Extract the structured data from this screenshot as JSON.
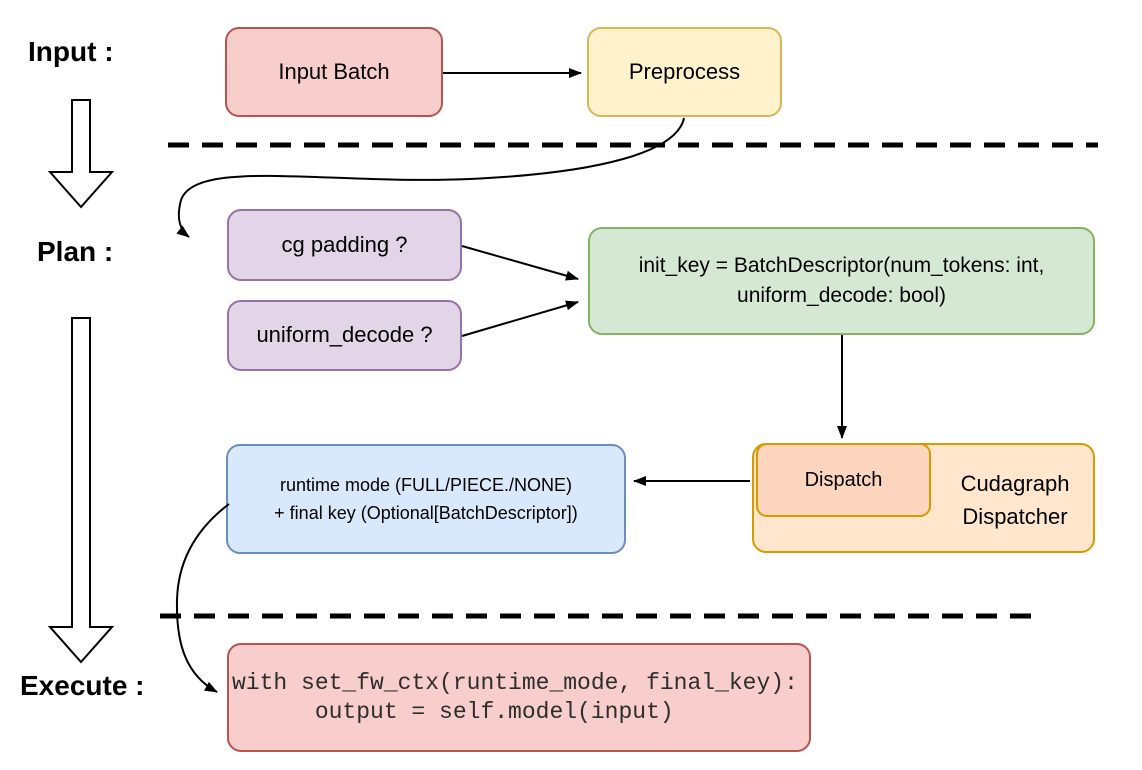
{
  "phases": {
    "input_label": "Input :",
    "plan_label": "Plan :",
    "execute_label": "Execute :"
  },
  "nodes": {
    "input_batch": {
      "label": "Input Batch"
    },
    "preprocess": {
      "label": "Preprocess"
    },
    "cg_padding": {
      "label": "cg padding ?"
    },
    "uniform_decode": {
      "label": "uniform_decode ?"
    },
    "init_key": {
      "line1": "init_key = BatchDescriptor(num_tokens: int,",
      "line2": "uniform_decode: bool)"
    },
    "dispatch": {
      "label": "Dispatch"
    },
    "cudagraph_dispatcher": {
      "line1": "Cudagraph",
      "line2": "Dispatcher"
    },
    "runtime_mode": {
      "line1": "runtime mode (FULL/PIECE./NONE)",
      "line2": "+ final key (Optional[BatchDescriptor])"
    },
    "exec_code": {
      "line1": "with set_fw_ctx(runtime_mode, final_key):",
      "line2": "      output = self.model(input)"
    }
  },
  "edges": [
    {
      "from": "input_batch",
      "to": "preprocess"
    },
    {
      "from": "preprocess",
      "to": "cg_padding"
    },
    {
      "from": "cg_padding",
      "to": "init_key"
    },
    {
      "from": "uniform_decode",
      "to": "init_key"
    },
    {
      "from": "init_key",
      "to": "dispatch"
    },
    {
      "from": "dispatch",
      "to": "runtime_mode"
    },
    {
      "from": "runtime_mode",
      "to": "exec_code"
    }
  ],
  "separators": [
    {
      "between": [
        "input",
        "plan"
      ]
    },
    {
      "between": [
        "plan",
        "execute"
      ]
    }
  ],
  "colors": {
    "red_fill": "#f8cecc",
    "red_stroke": "#b85450",
    "yellow_fill": "#fff2cc",
    "yellow_stroke": "#d6b656",
    "purple_fill": "#e1d5e7",
    "purple_stroke": "#9673a6",
    "green_fill": "#d5e8d4",
    "green_stroke": "#82b366",
    "orange_fill": "#ffe6cc",
    "orange_stroke": "#d79b00",
    "dispatch_fill": "#fbd5bd",
    "blue_fill": "#dae8fc",
    "blue_stroke": "#6c8ebf",
    "line": "#000000",
    "code_text": "#2d2d2d"
  }
}
